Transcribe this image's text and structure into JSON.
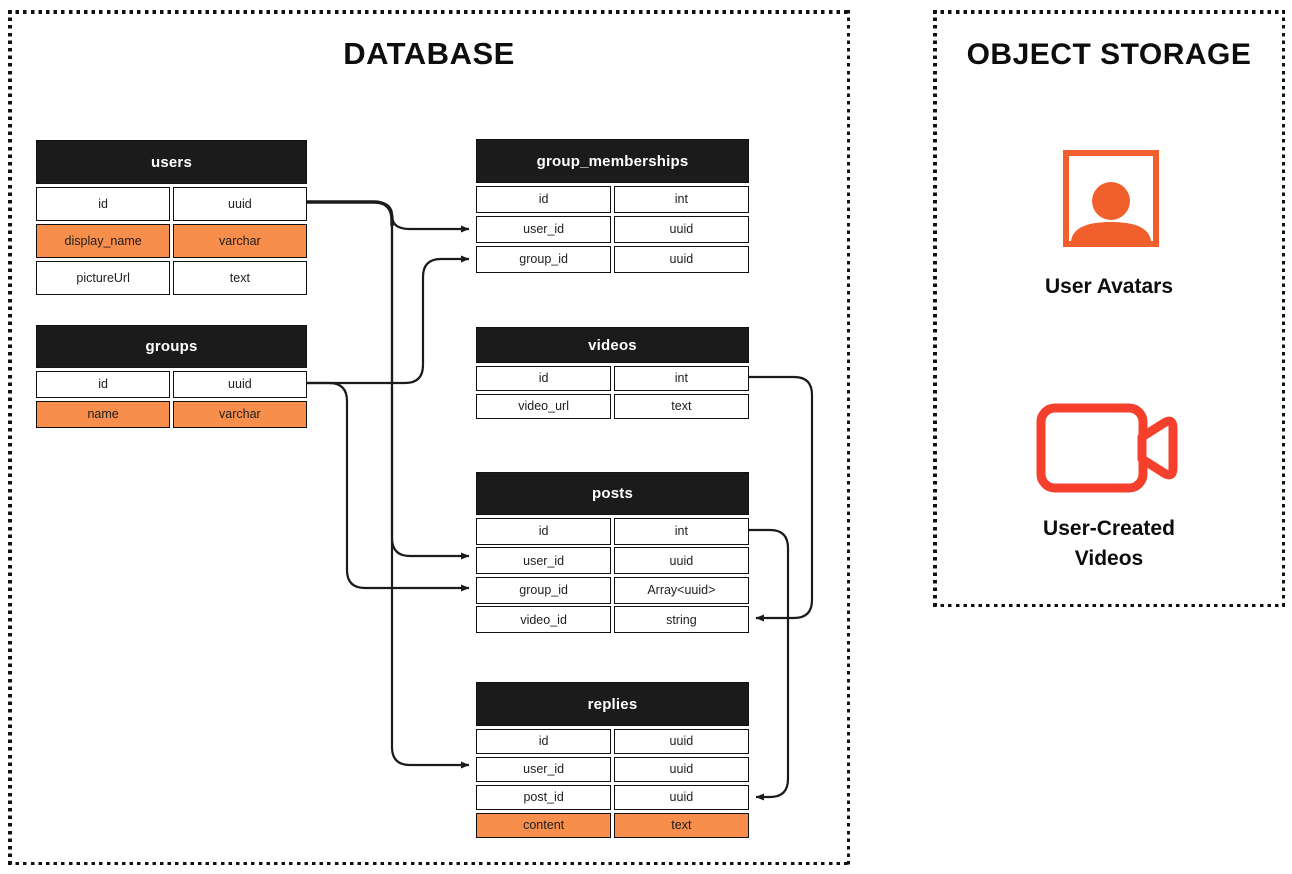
{
  "database_panel": {
    "title": "DATABASE",
    "tables": [
      {
        "id": "users",
        "title": "users",
        "rows": [
          {
            "field": "id",
            "type": "uuid",
            "highlight": false
          },
          {
            "field": "display_name",
            "type": "varchar",
            "highlight": true
          },
          {
            "field": "pictureUrl",
            "type": "text",
            "highlight": false
          }
        ]
      },
      {
        "id": "groups",
        "title": "groups",
        "rows": [
          {
            "field": "id",
            "type": "uuid",
            "highlight": false
          },
          {
            "field": "name",
            "type": "varchar",
            "highlight": true
          }
        ]
      },
      {
        "id": "group_memberships",
        "title": "group_memberships",
        "rows": [
          {
            "field": "id",
            "type": "int",
            "highlight": false
          },
          {
            "field": "user_id",
            "type": "uuid",
            "highlight": false
          },
          {
            "field": "group_id",
            "type": "uuid",
            "highlight": false
          }
        ]
      },
      {
        "id": "videos",
        "title": "videos",
        "rows": [
          {
            "field": "id",
            "type": "int",
            "highlight": false
          },
          {
            "field": "video_url",
            "type": "text",
            "highlight": false
          }
        ]
      },
      {
        "id": "posts",
        "title": "posts",
        "rows": [
          {
            "field": "id",
            "type": "int",
            "highlight": false
          },
          {
            "field": "user_id",
            "type": "uuid",
            "highlight": false
          },
          {
            "field": "group_id",
            "type": "Array<uuid>",
            "highlight": false
          },
          {
            "field": "video_id",
            "type": "string",
            "highlight": false
          }
        ]
      },
      {
        "id": "replies",
        "title": "replies",
        "rows": [
          {
            "field": "id",
            "type": "uuid",
            "highlight": false
          },
          {
            "field": "user_id",
            "type": "uuid",
            "highlight": false
          },
          {
            "field": "post_id",
            "type": "uuid",
            "highlight": false
          },
          {
            "field": "content",
            "type": "text",
            "highlight": true
          }
        ]
      }
    ]
  },
  "object_storage_panel": {
    "title": "OBJECT STORAGE",
    "items": [
      {
        "icon": "user-avatar-icon",
        "label": "User Avatars"
      },
      {
        "icon": "video-camera-icon",
        "label": "User-Created Videos"
      }
    ]
  },
  "connections": [
    {
      "from": "users.id",
      "to": "group_memberships.user_id"
    },
    {
      "from": "users.id",
      "to": "posts.user_id"
    },
    {
      "from": "users.id",
      "to": "replies.user_id"
    },
    {
      "from": "groups.id",
      "to": "group_memberships.group_id"
    },
    {
      "from": "groups.id",
      "to": "posts.group_id"
    },
    {
      "from": "videos.id",
      "to": "posts.video_id"
    },
    {
      "from": "posts.id",
      "to": "replies.post_id"
    }
  ],
  "colors": {
    "header_bg": "#1B1B1B",
    "row_highlight": "#F78E4C",
    "row_bg": "#FFFFFF",
    "border": "#111111",
    "connector": "#1B1B1B",
    "avatar_icon": "#F1602C",
    "video_icon": "#F5402E",
    "background": "#FFFFFF",
    "text": "#1E1E1E"
  }
}
